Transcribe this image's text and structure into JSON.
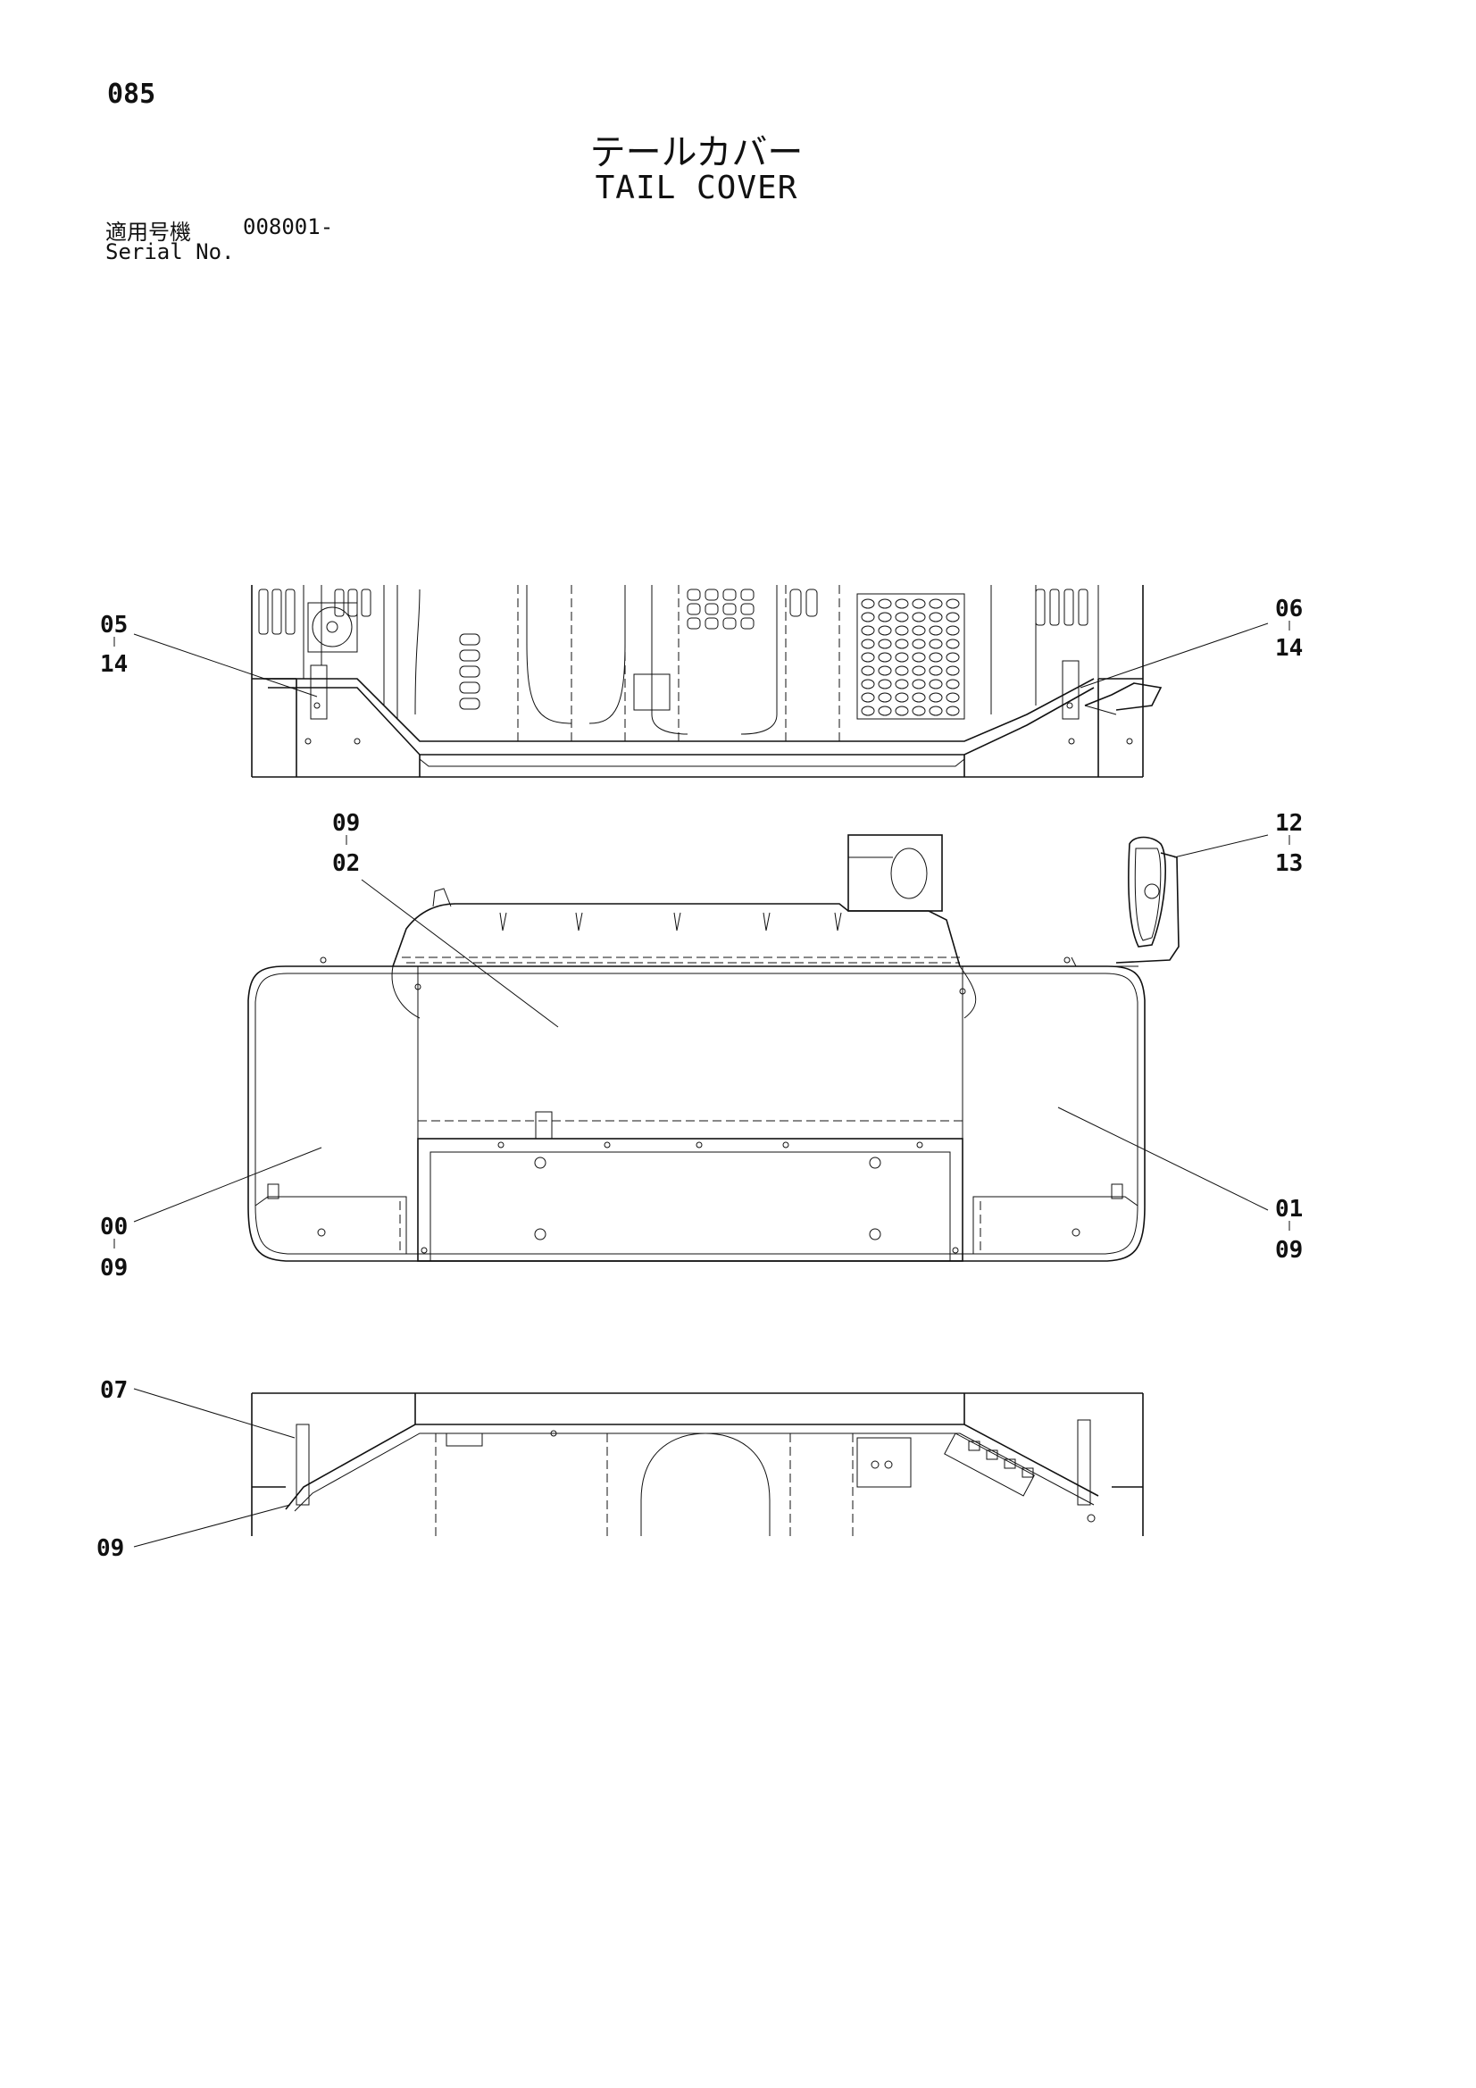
{
  "header": {
    "page_number": "085",
    "title_jp": "テールカバー",
    "title_en": "TAIL COVER",
    "serial_label_jp": "適用号機",
    "serial_label_en": "Serial No.",
    "serial_value": "008001-"
  },
  "callouts": [
    {
      "id": "c1",
      "top": "05",
      "bottom": "14"
    },
    {
      "id": "c2",
      "top": "06",
      "bottom": "14"
    },
    {
      "id": "c3",
      "top": "09",
      "bottom": "02"
    },
    {
      "id": "c4",
      "top": "12",
      "bottom": "13"
    },
    {
      "id": "c5",
      "top": "00",
      "bottom": "09"
    },
    {
      "id": "c6",
      "top": "01",
      "bottom": "09"
    },
    {
      "id": "c7",
      "top": "07",
      "bottom": ""
    },
    {
      "id": "c8",
      "top": "09",
      "bottom": ""
    }
  ]
}
